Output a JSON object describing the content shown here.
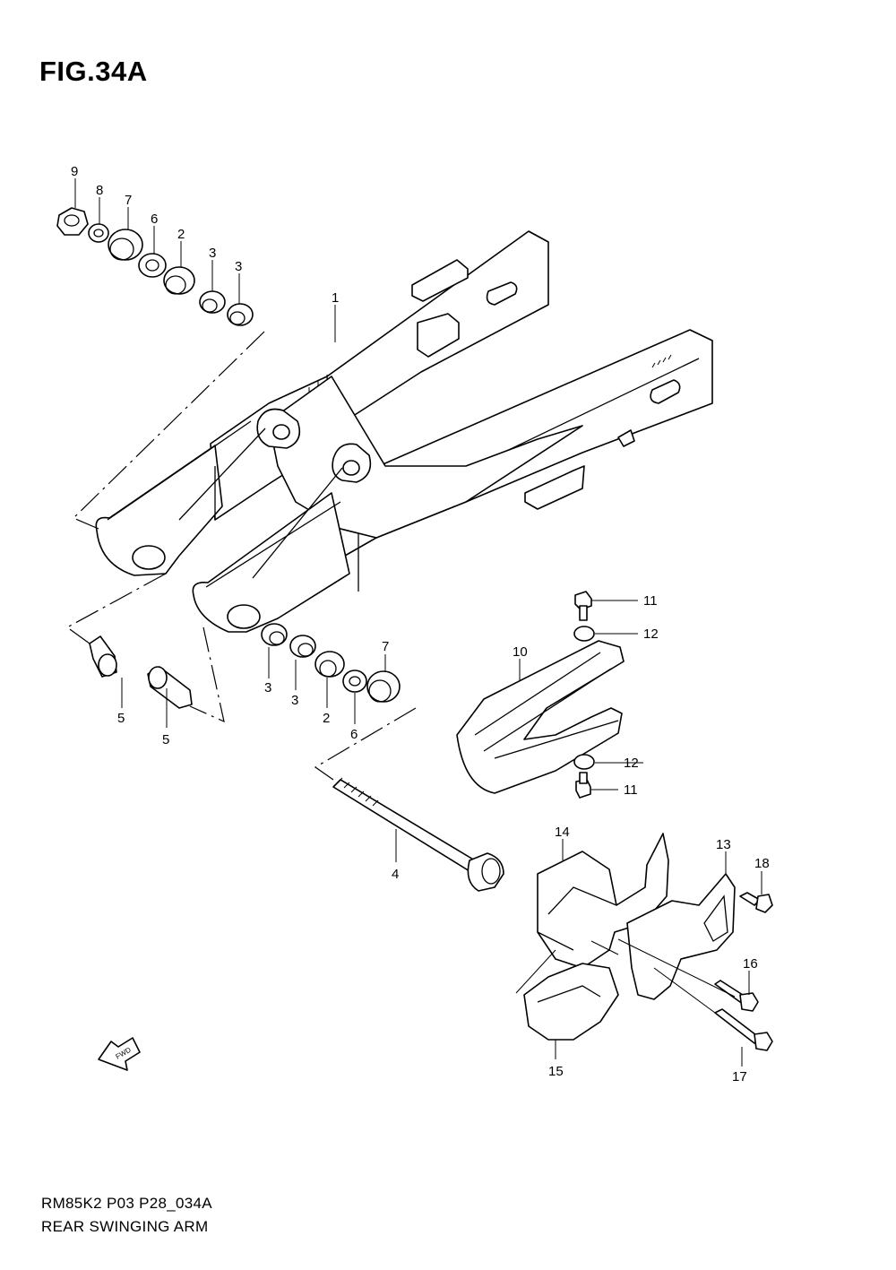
{
  "figure": {
    "title": "FIG.34A"
  },
  "footer": {
    "code": "RM85K2 P03 P28_034A",
    "name": "REAR SWINGING ARM"
  },
  "callouts": {
    "c1": "1",
    "c2a": "2",
    "c2b": "2",
    "c3a": "3",
    "c3b": "3",
    "c3c": "3",
    "c3d": "3",
    "c4": "4",
    "c5a": "5",
    "c5b": "5",
    "c6a": "6",
    "c6b": "6",
    "c7a": "7",
    "c7b": "7",
    "c8": "8",
    "c9": "9",
    "c10": "10",
    "c11a": "11",
    "c11b": "11",
    "c12a": "12",
    "c12b": "12",
    "c13": "13",
    "c14": "14",
    "c15": "15",
    "c16": "16",
    "c17": "17",
    "c18": "18"
  },
  "icons": {
    "direction": "fwd-arrow-icon"
  },
  "fwd_label": "FWD"
}
